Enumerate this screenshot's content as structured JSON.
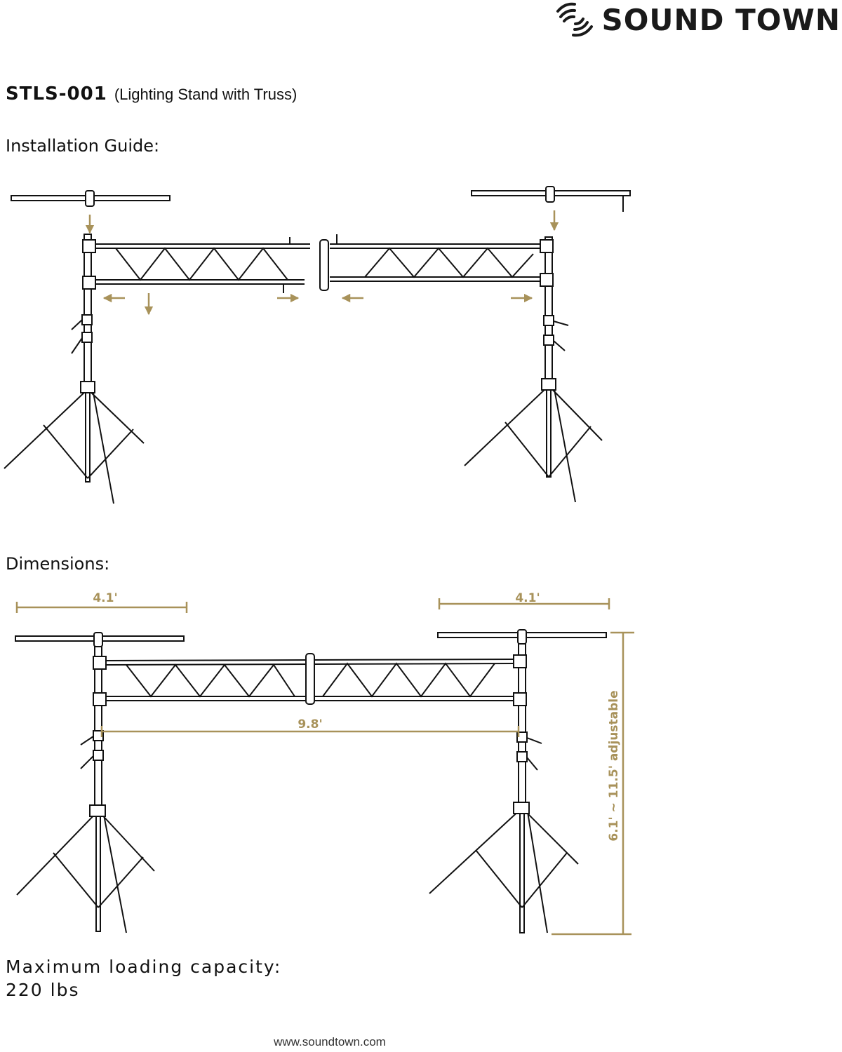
{
  "brand": {
    "name": "SOUND TOWN",
    "logo_icon": "sound-wave-disc-icon"
  },
  "product": {
    "model": "STLS-001",
    "subtitle": "(Lighting Stand with Truss)"
  },
  "sections": {
    "installation": "Installation Guide:",
    "dimensions": "Dimensions:"
  },
  "dimensions": {
    "crossbar_left": "4.1'",
    "crossbar_right": "4.1'",
    "truss_span": "9.8'",
    "height": "6.1' ~ 11.5' adjustable"
  },
  "capacity": {
    "label": "Maximum loading capacity:",
    "value": "220 lbs"
  },
  "footer": {
    "url": "www.soundtown.com"
  },
  "colors": {
    "accent": "#a8925a",
    "line": "#111111"
  }
}
